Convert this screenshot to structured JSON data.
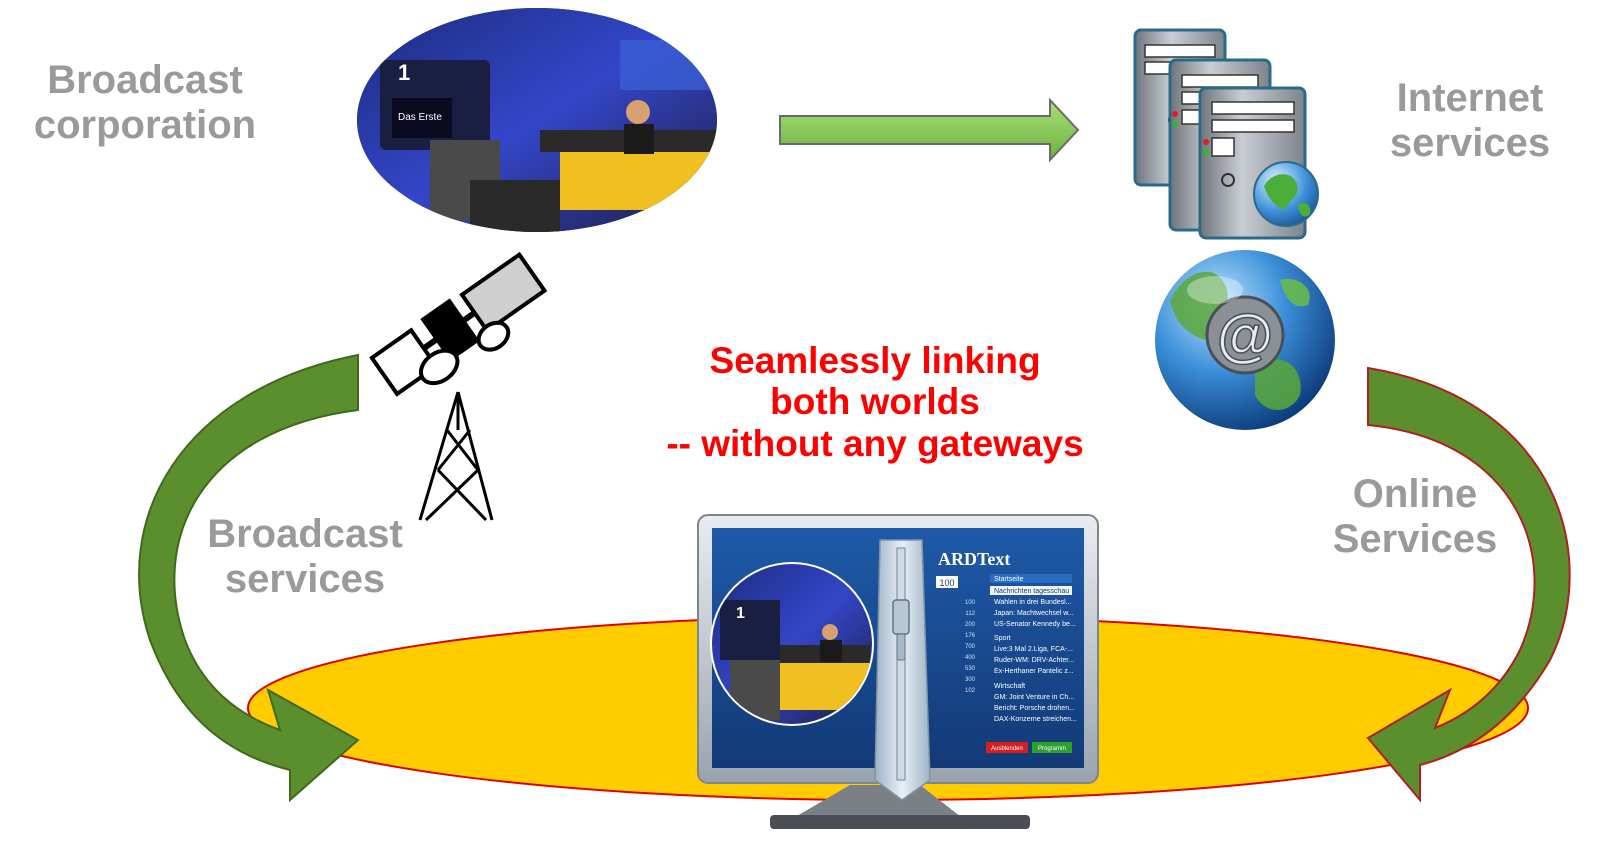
{
  "labels": {
    "broadcaster": [
      "Broadcast",
      "corporation"
    ],
    "internet": [
      "Internet",
      "services"
    ],
    "broadcast_services": [
      "Broadcast",
      "services"
    ],
    "online_services": [
      "Online",
      "Services"
    ],
    "tagline": [
      "Seamlessly linking",
      "both worlds",
      "-- without any gateways"
    ]
  },
  "screen": {
    "channel_logo": "Das Erste",
    "teletext_brand": "ARDText",
    "page_number": "100",
    "headings": [
      "Startseite",
      "Nachrichten tagesschau",
      "Sport",
      "Wirtschaft"
    ],
    "news": [
      "Wahlen in drei Bundesl...",
      "Japan: Machtwechsel w...",
      "US-Senator Kennedy be...",
      "Live:3 Mal 2.Liga, FCA-...",
      "Ruder-WM: DRV-Achter...",
      "Ex-Herthaner Pantelic z...",
      "GM: Joint Venture in Ch...",
      "Bericht: Porsche drohen...",
      "DAX-Konzerne streichen..."
    ],
    "index_numbers": [
      "100",
      "112",
      "200",
      "176",
      "700",
      "400",
      "530",
      "300",
      "102"
    ],
    "buttons": [
      "Ausblenden",
      "Programm"
    ]
  },
  "colors": {
    "label_gray": "#9a9a9a",
    "tagline_red": "#ff0000",
    "arrow_green": "#5b8f2e",
    "arrow_light_green": "#8ccf5a",
    "base_yellow": "#ffcc00",
    "base_outline": "#e00000"
  }
}
